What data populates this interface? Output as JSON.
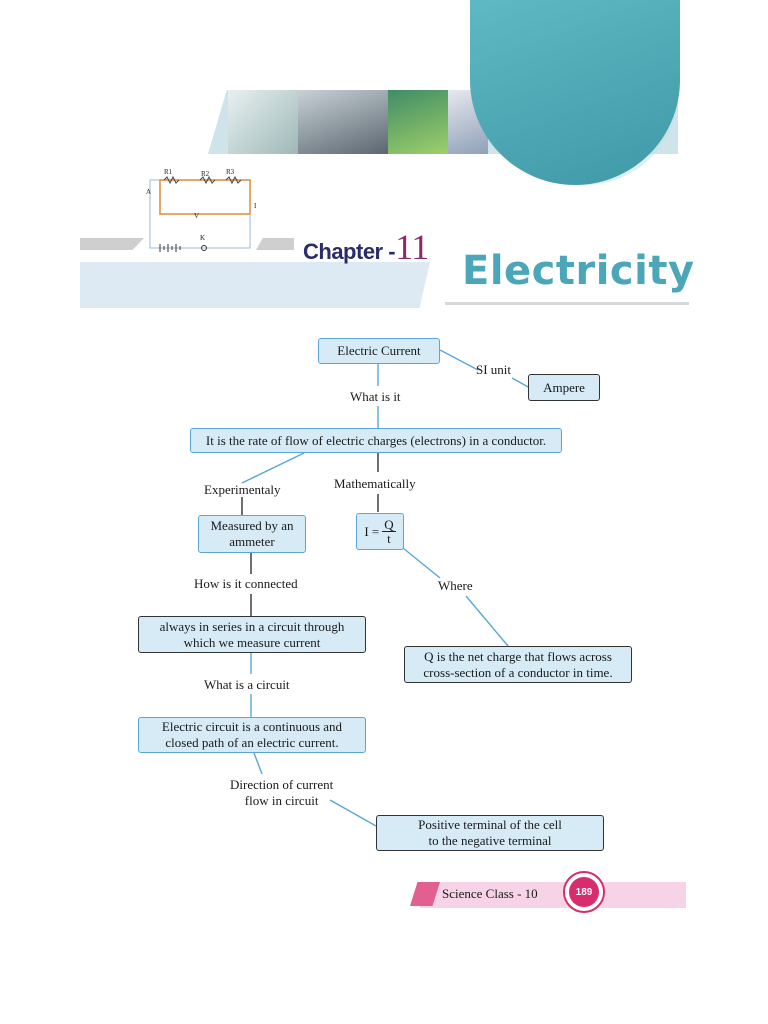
{
  "header": {
    "chapter_label": "Chapter -",
    "chapter_number": "11",
    "title": "Electricity"
  },
  "circuit": {
    "r1": "R1",
    "r2": "R2",
    "r3": "R3",
    "a": "A",
    "v": "V",
    "k": "K",
    "i": "I"
  },
  "map": {
    "electric_current": "Electric Current",
    "si_unit": "SI unit",
    "ampere": "Ampere",
    "what_is_it": "What is it",
    "definition": "It is the rate of flow of electric charges (electrons) in a conductor.",
    "experimentaly": "Experimentaly",
    "mathematically": "Mathematically",
    "measured_line1": "Measured by an",
    "measured_line2": "ammeter",
    "formula_lhs": "I =",
    "formula_num": "Q",
    "formula_den": "t",
    "how_connected": "How is it connected",
    "where": "Where",
    "series_line1": "always in series in a circuit through",
    "series_line2": "which we measure current",
    "q_line1": "Q is the net charge that flows across",
    "q_line2": "cross-section of a conductor in time.",
    "what_is_circuit": "What is a circuit",
    "circuit_line1": "Electric circuit is a continuous and",
    "circuit_line2": "closed path of an electric current.",
    "direction_line1": "Direction of current",
    "direction_line2": "flow in circuit",
    "terminal_line1": "Positive terminal of the cell",
    "terminal_line2": "to the negative terminal"
  },
  "footer": {
    "book": "Science Class - 10",
    "page": "189"
  }
}
